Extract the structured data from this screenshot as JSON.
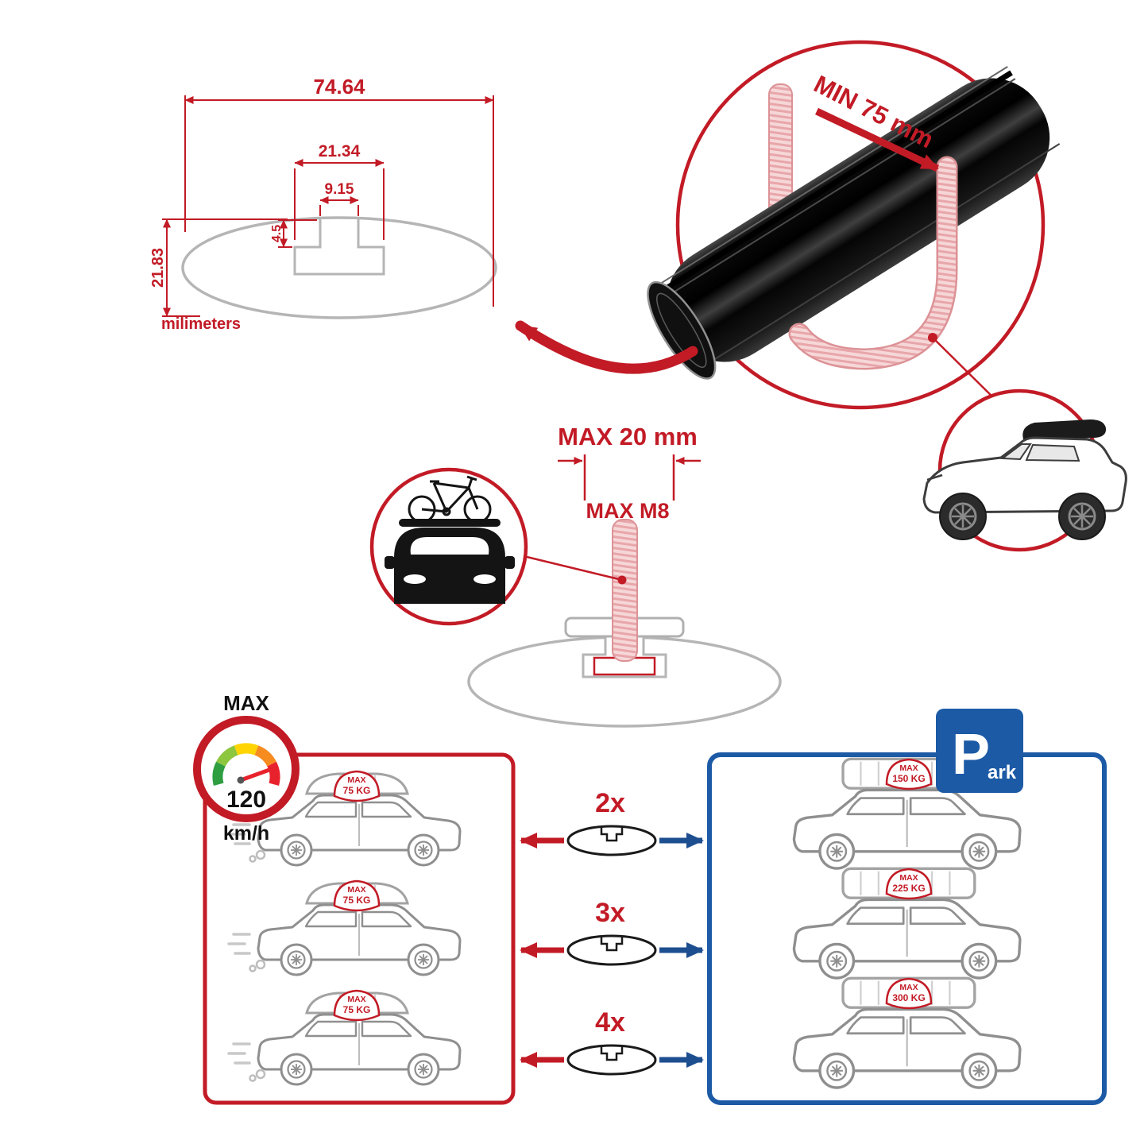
{
  "colors": {
    "accent_red": "#c21b26",
    "accent_blue": "#1c5aa6",
    "arrow_blue": "#1d4e8f",
    "outline_gray": "#b5b5b5",
    "thread_pink": "#f6d7d8",
    "bar_black": "#0d0d0d",
    "gauge_segments": [
      "#2e9e41",
      "#8dc63f",
      "#ffd400",
      "#f68b1f",
      "#e8222d"
    ]
  },
  "dimension_diagram": {
    "total_width": "74.64",
    "channel_width": "21.34",
    "slot_width": "9.15",
    "slot_depth": "4.5",
    "total_height": "21.83",
    "units": "milimeters"
  },
  "clamp": {
    "min_label": "MIN 75 mm"
  },
  "bolt_detail": {
    "max_width": "MAX 20 mm",
    "max_thread": "MAX M8"
  },
  "speed_limit": {
    "label": "MAX",
    "value": "120",
    "unit": "km/h"
  },
  "capacity_rows": [
    {
      "multiplier": "2x",
      "moving": {
        "max": "MAX",
        "weight": "75 KG"
      },
      "parked": {
        "max": "MAX",
        "weight": "150 KG"
      }
    },
    {
      "multiplier": "3x",
      "moving": {
        "max": "MAX",
        "weight": "75 KG"
      },
      "parked": {
        "max": "MAX",
        "weight": "225 KG"
      }
    },
    {
      "multiplier": "4x",
      "moving": {
        "max": "MAX",
        "weight": "75 KG"
      },
      "parked": {
        "max": "MAX",
        "weight": "300 KG"
      }
    }
  ],
  "park_sign": {
    "letter": "P",
    "rest": "ark"
  }
}
